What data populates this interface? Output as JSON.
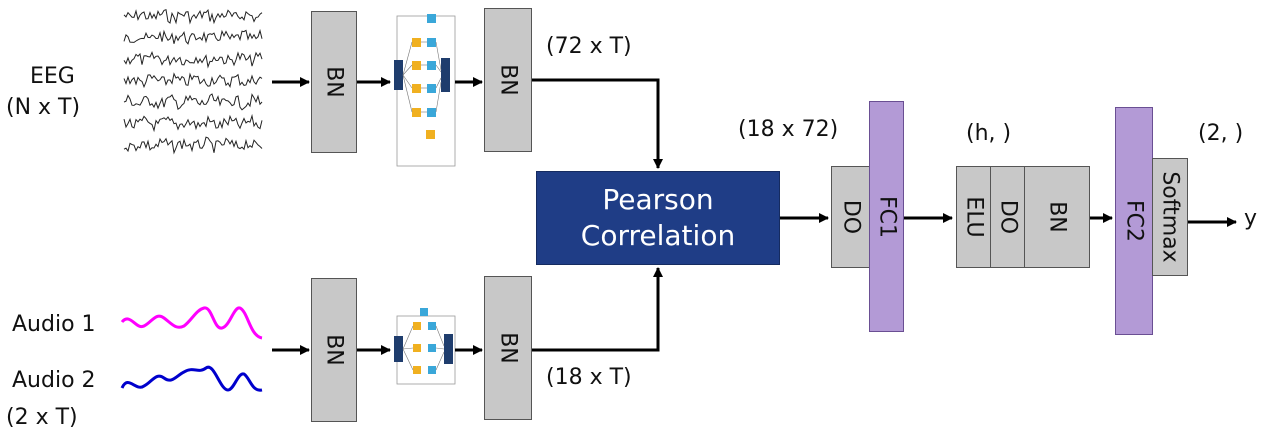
{
  "inputs": {
    "eeg_label": "EEG",
    "eeg_shape": "(N x T)",
    "audio1_label": "Audio 1",
    "audio2_label": "Audio 2",
    "audio_shape": "(2 x T)",
    "audio1_color": "#ff00ff",
    "audio2_color": "#0000cc"
  },
  "eeg_branch": {
    "bn_in": "BN",
    "bn_out": "BN",
    "out_shape": "(72 x T)"
  },
  "audio_branch": {
    "bn_in": "BN",
    "bn_out": "BN",
    "out_shape": "(18 x T)"
  },
  "pearson": {
    "line1": "Pearson",
    "line2": "Correlation",
    "color": "#1f3d86"
  },
  "head": {
    "shape_after_pearson": "(18 x 72)",
    "do1": "DO",
    "fc1": "FC1",
    "shape_hidden": "(h, )",
    "elu": "ELU",
    "do2": "DO",
    "bn": "BN",
    "fc2": "FC2",
    "softmax": "Softmax",
    "shape_out": "(2, )",
    "output": "y"
  }
}
